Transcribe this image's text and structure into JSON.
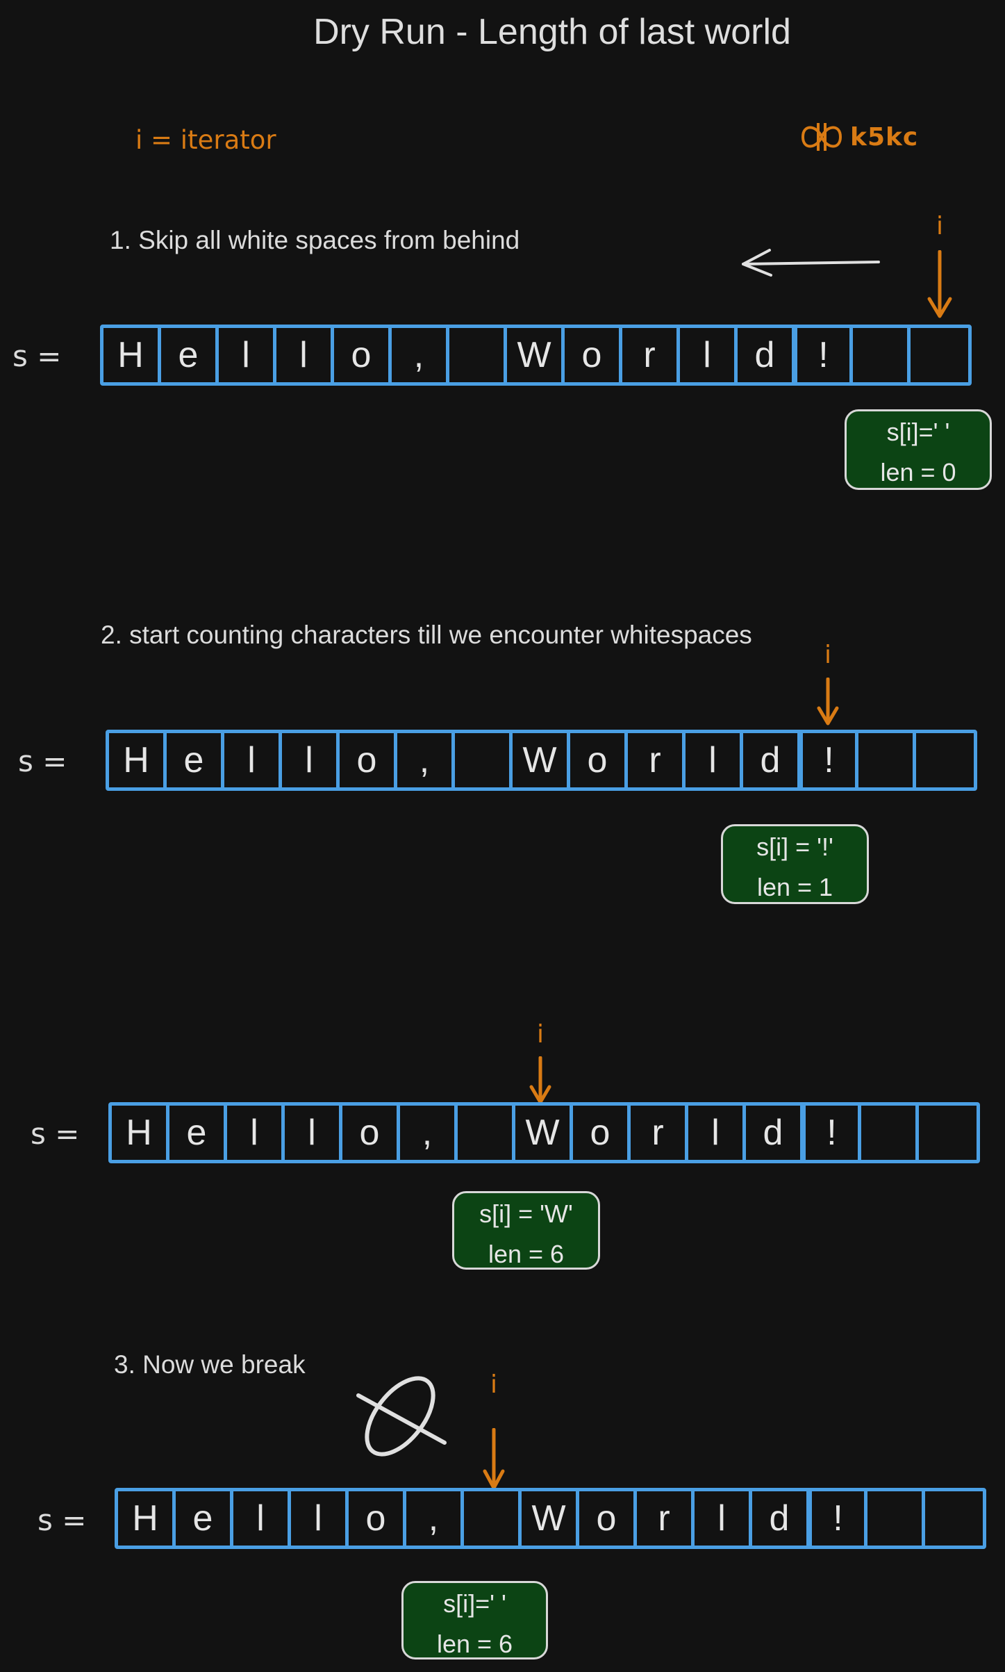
{
  "title": "Dry Run - Length of last world",
  "legend": "i = iterator",
  "logo": {
    "text": "k5kc",
    "icon": "infinity-logo-icon",
    "color": "#d97b14"
  },
  "colors": {
    "cell_border": "#4a9fe4",
    "accent": "#d97b14",
    "info_bg": "#0c4414",
    "background": "#121212"
  },
  "array_label": "s =",
  "array": [
    "H",
    "e",
    "l",
    "l",
    "o",
    ",",
    "",
    "W",
    "o",
    "r",
    "l",
    "d",
    "!",
    "",
    ""
  ],
  "pointer_label": "i",
  "steps": [
    {
      "heading": "1. Skip all white spaces from behind",
      "pointer_index": 14,
      "info": [
        "s[i]=' '",
        "len = 0"
      ]
    },
    {
      "heading": "2. start counting characters till we encounter whitespaces",
      "pointer_index": 12,
      "info": [
        "s[i] = '!'",
        "len = 1"
      ]
    },
    {
      "heading": "",
      "pointer_index": 7,
      "info": [
        "s[i] = 'W'",
        "len = 6"
      ]
    },
    {
      "heading": "3. Now we break",
      "pointer_index": 6,
      "info": [
        "s[i]=' '",
        "len = 6"
      ]
    }
  ]
}
